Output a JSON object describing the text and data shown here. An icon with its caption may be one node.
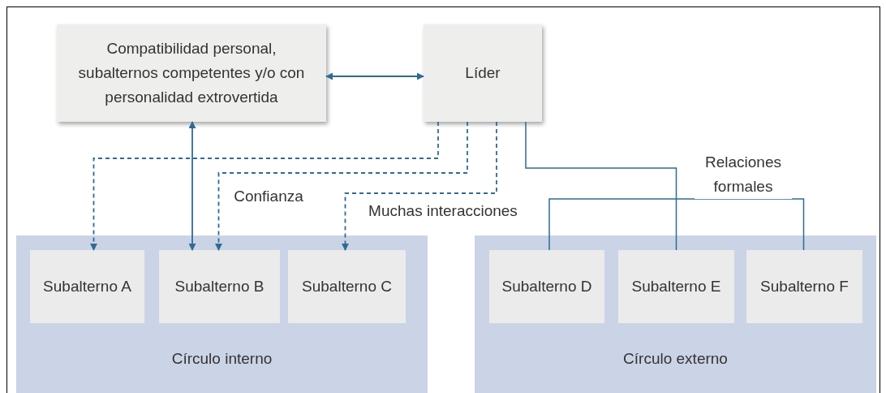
{
  "diagram": {
    "nodes": [
      {
        "text": [
          "Compatibilidad personal, subalternos competentes y/o con personalidad extrovertida"
        ]
      },
      {
        "text": [
          "Líder"
        ]
      },
      {
        "text": [
          "Círculo interno"
        ]
      },
      {
        "text": [
          "Subalterno A"
        ],
        "in": 2
      },
      {
        "text": [
          "Subalterno B"
        ],
        "in": 2
      },
      {
        "text": [
          "Subalterno C"
        ],
        "in": 2
      },
      {
        "text": [
          "Círculo externo"
        ]
      },
      {
        "text": [
          "Subalterno D"
        ],
        "in": 6
      },
      {
        "text": [
          "Subalterno E"
        ],
        "in": 6
      },
      {
        "text": [
          "Subalterno F"
        ],
        "in": 6
      }
    ],
    "edges": [
      {
        "from": 0,
        "to": 1,
        "arrow": "both"
      },
      {
        "from": 0,
        "to": 4,
        "arrow": "both"
      },
      {
        "from": 1,
        "to": 3,
        "arrow": "to",
        "style": "dashed"
      },
      {
        "from": 1,
        "to": 4,
        "arrow": "to",
        "style": "dashed",
        "label": "Confianza"
      },
      {
        "from": 1,
        "to": 5,
        "arrow": "to",
        "style": "dashed",
        "label": "Muchas interacciones"
      },
      {
        "from": 1,
        "to": 8,
        "arrow": "none"
      },
      {
        "from": 7,
        "to": 9,
        "arrow": "none",
        "label": "Relaciones formales"
      }
    ]
  }
}
